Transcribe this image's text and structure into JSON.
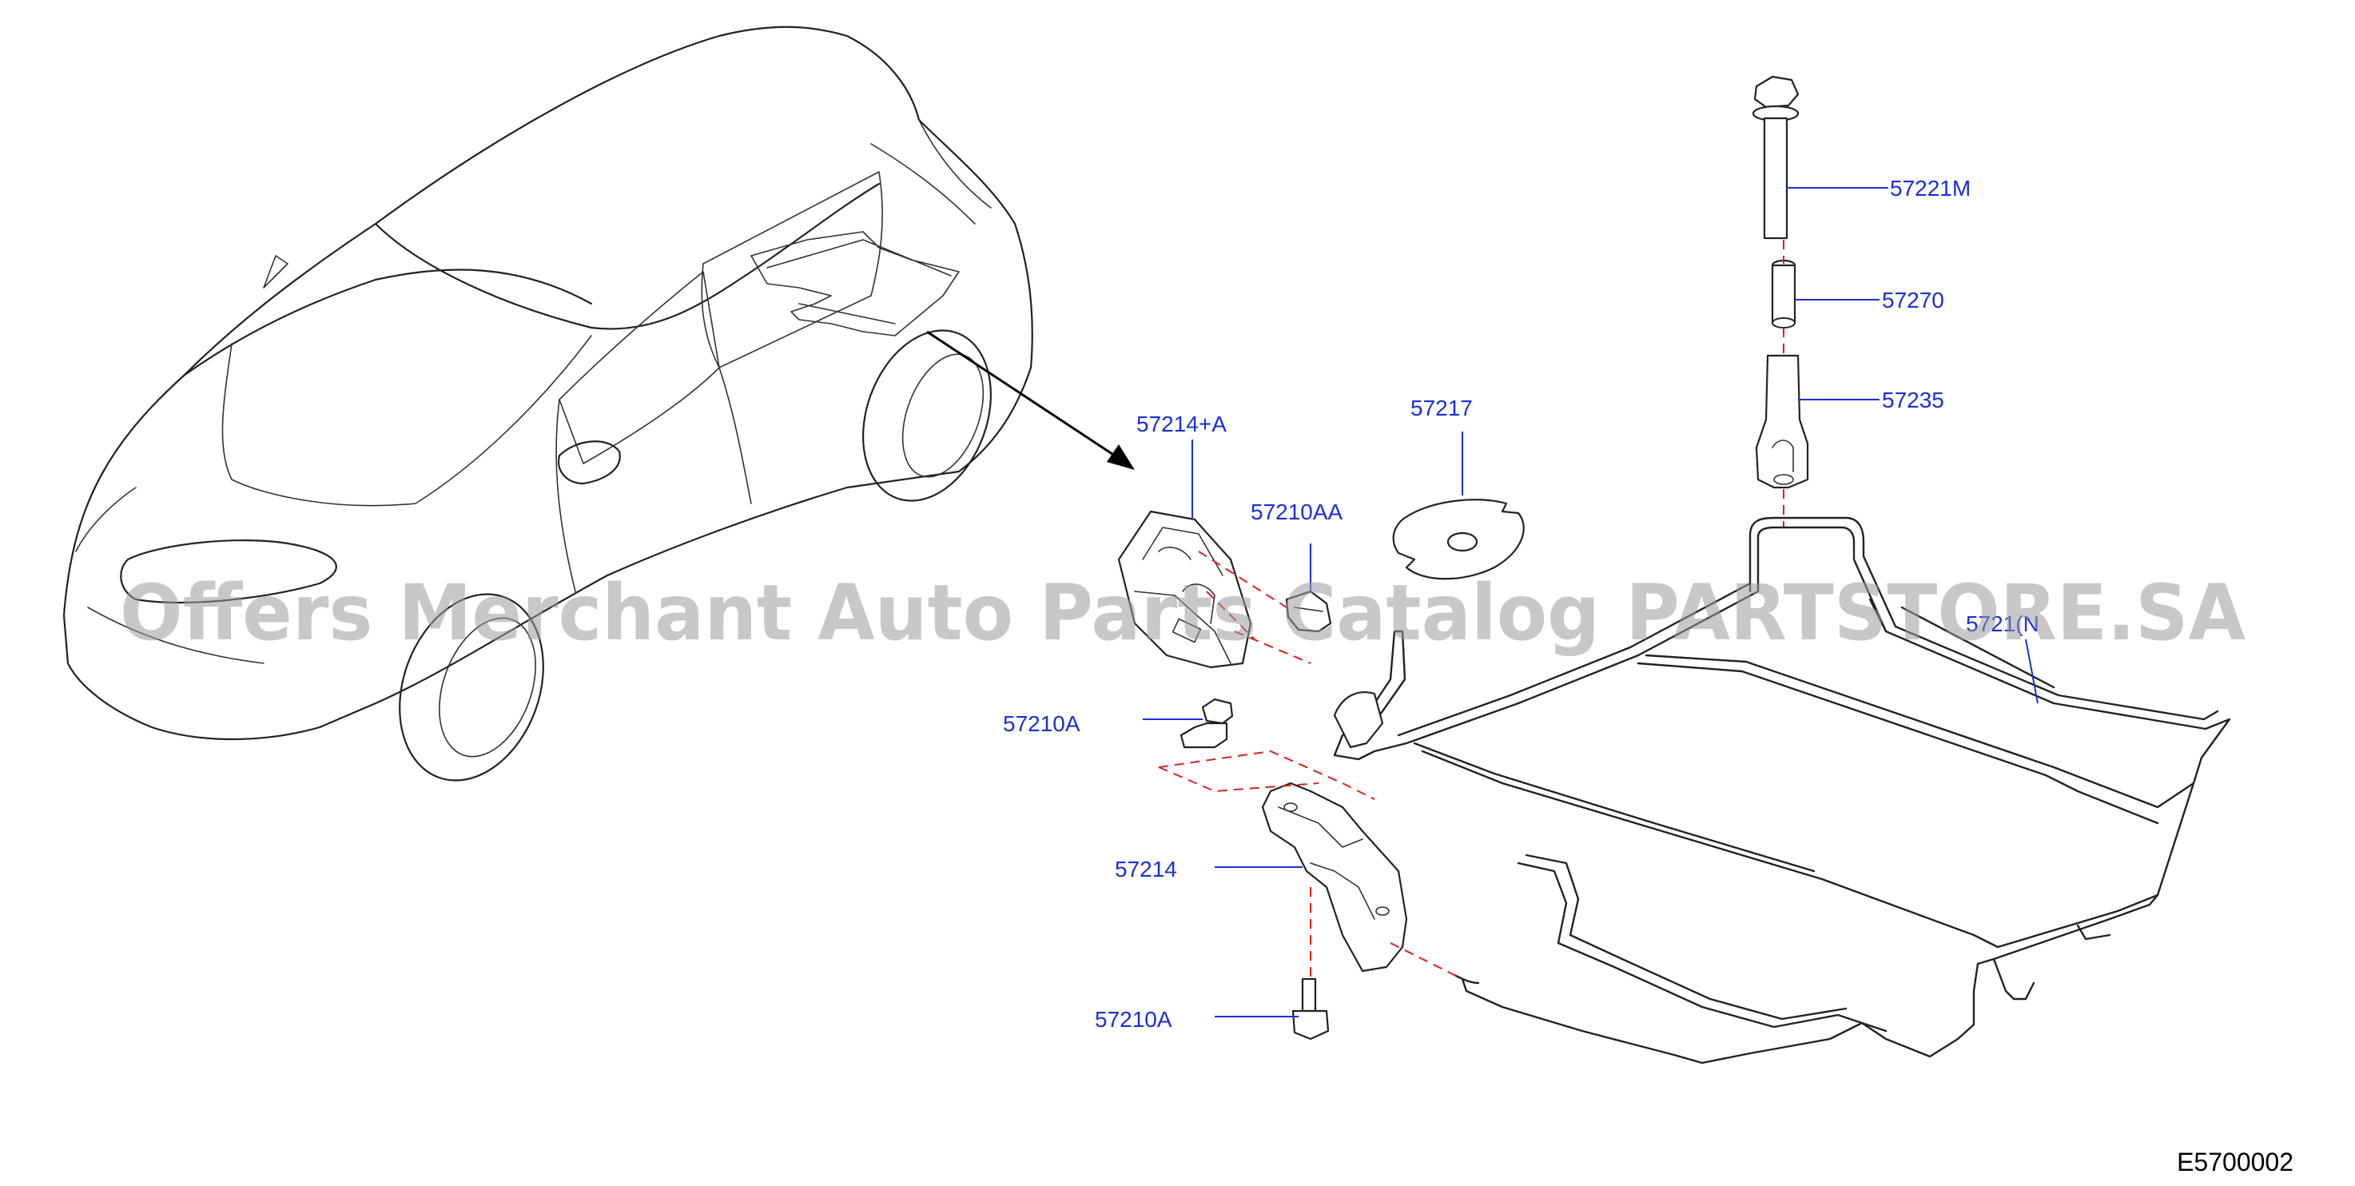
{
  "callouts": [
    {
      "id": "57221M",
      "text": "57221M"
    },
    {
      "id": "57270",
      "text": "57270"
    },
    {
      "id": "57235",
      "text": "57235"
    },
    {
      "id": "57217",
      "text": "57217"
    },
    {
      "id": "57214A",
      "text": "57214+A"
    },
    {
      "id": "57210AA",
      "text": "57210AA"
    },
    {
      "id": "57210N",
      "text": "5721(N"
    },
    {
      "id": "57210A_1",
      "text": "57210A"
    },
    {
      "id": "57214",
      "text": "57214"
    },
    {
      "id": "57210A_2",
      "text": "57210A"
    }
  ],
  "reference_code": "E5700002",
  "watermark": "Offers Merchant Auto Parts Catalog PARTSTORE.SA",
  "colors": {
    "label": "#1a2fd6",
    "assembly_line": "#e01e1e",
    "line_art": "#222222",
    "watermark": "#9a9a9a"
  }
}
